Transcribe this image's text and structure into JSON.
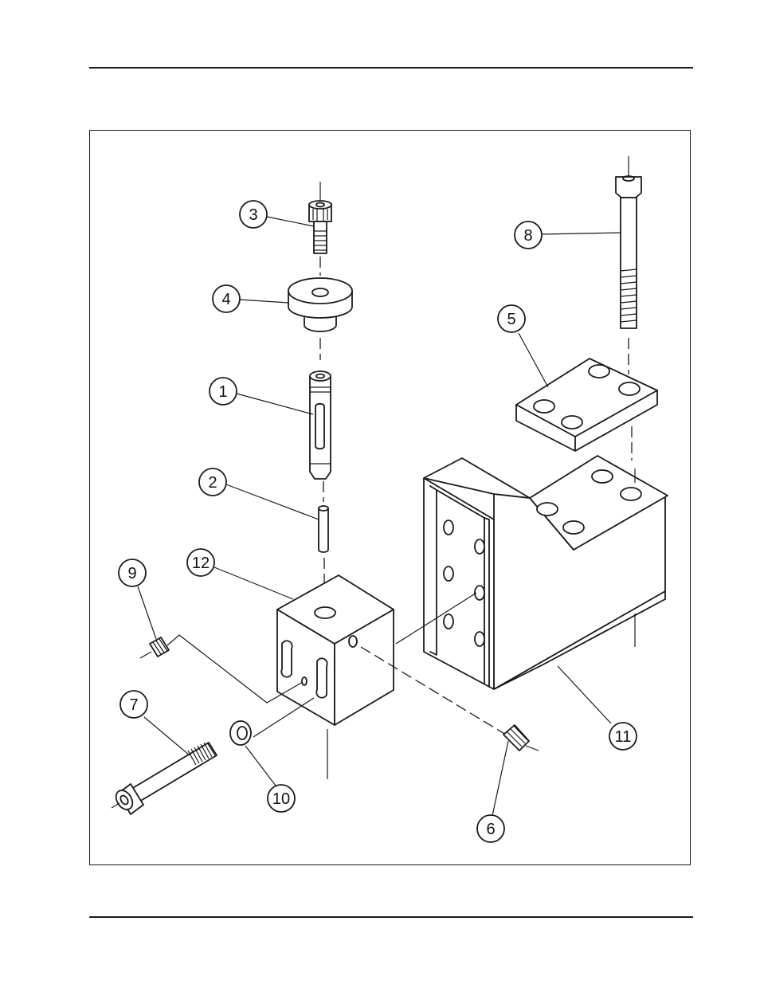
{
  "callouts": [
    {
      "id": "c1",
      "label": "1"
    },
    {
      "id": "c2",
      "label": "2"
    },
    {
      "id": "c3",
      "label": "3"
    },
    {
      "id": "c4",
      "label": "4"
    },
    {
      "id": "c5",
      "label": "5"
    },
    {
      "id": "c6",
      "label": "6"
    },
    {
      "id": "c7",
      "label": "7"
    },
    {
      "id": "c8",
      "label": "8"
    },
    {
      "id": "c9",
      "label": "9"
    },
    {
      "id": "c10",
      "label": "10"
    },
    {
      "id": "c11",
      "label": "11"
    },
    {
      "id": "c12",
      "label": "12"
    }
  ]
}
